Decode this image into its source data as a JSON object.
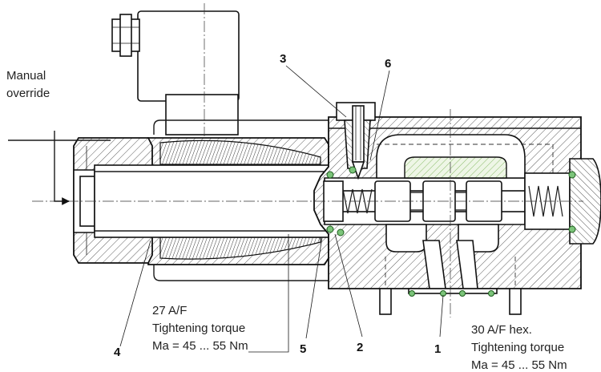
{
  "labels": {
    "manual_override_1": "Manual",
    "manual_override_2": "override",
    "callout_3": "3",
    "callout_6": "6",
    "callout_4": "4",
    "callout_5": "5",
    "callout_2": "2",
    "callout_1": "1",
    "note_left_1": "27 A/F",
    "note_left_2": "Tightening torque",
    "note_left_3": "Ma = 45 ... 55 Nm",
    "note_right_1": "30 A/F hex.",
    "note_right_2": "Tightening torque",
    "note_right_3": "Ma = 45 ... 55 Nm"
  },
  "colors": {
    "line": "#1a1a1a",
    "seal_ring": "#7cc47a",
    "spool_accent": "#7cc47a"
  }
}
